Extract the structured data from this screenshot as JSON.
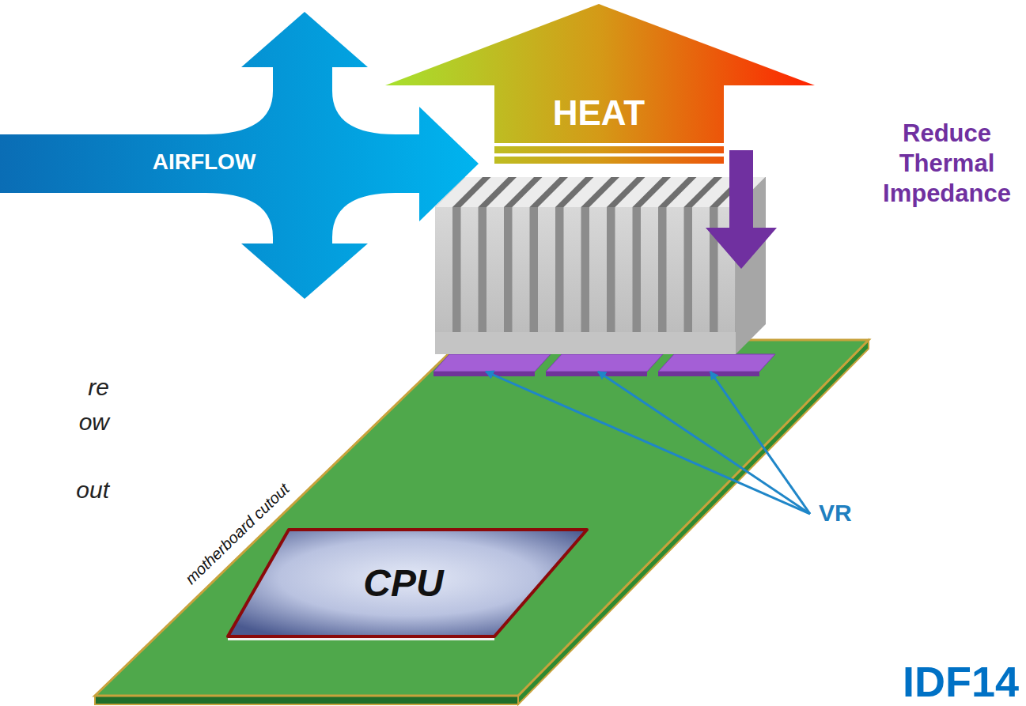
{
  "diagram": {
    "nodes": [
      {
        "text": [
          "AIRFLOW"
        ]
      },
      {
        "text": [
          "HEAT"
        ]
      },
      {
        "text": [
          "CPU"
        ]
      }
    ],
    "labels": [
      "Reduce Thermal Impedance",
      "re",
      "ow",
      "motherboard cutout",
      "out",
      "VR",
      "IDF14"
    ]
  }
}
